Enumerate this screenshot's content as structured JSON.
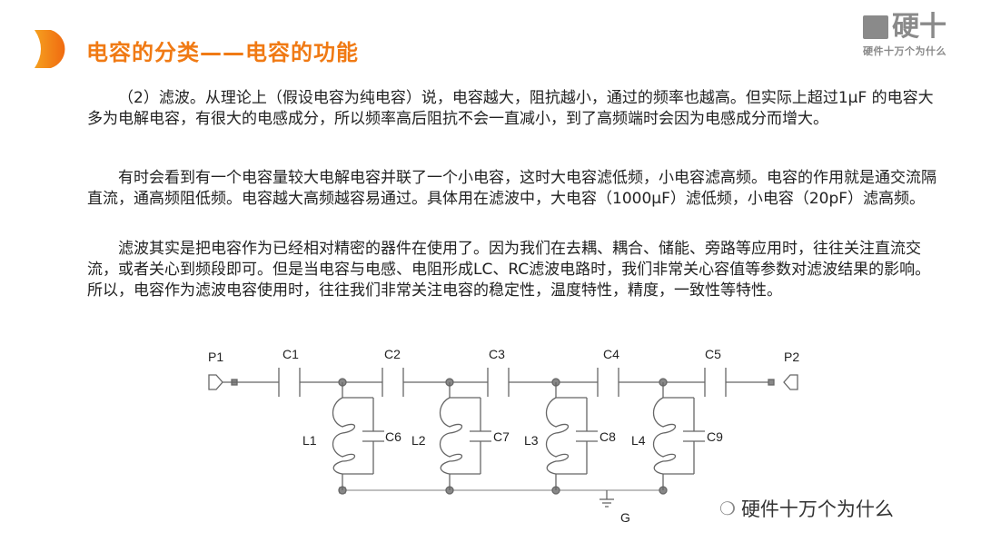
{
  "header": {
    "title": "电容的分类——电容的功能",
    "logo_main": "硬十",
    "logo_sub": "硬件十万个为什么",
    "accent": "#f07a14"
  },
  "paragraphs": [
    "（2）滤波。从理论上（假设电容为纯电容）说，电容越大，阻抗越小，通过的频率也越高。但实际上超过1μF 的电容大多为电解电容，有很大的电感成分，所以频率高后阻抗不会一直减小，到了高频端时会因为电感成分而增大。",
    "有时会看到有一个电容量较大电解电容并联了一个小电容，这时大电容滤低频，小电容滤高频。电容的作用就是通交流隔直流，通高频阻低频。电容越大高频越容易通过。具体用在滤波中，大电容（1000μF）滤低频，小电容（20pF）滤高频。",
    "滤波其实是把电容作为已经相对精密的器件在使用了。因为我们在去耦、耦合、储能、旁路等应用时，往往关注直流交流，或者关心到频段即可。但是当电容与电感、电阻形成LC、RC滤波电路时，我们非常关心容值等参数对滤波结果的影响。所以，电容作为滤波电容使用时，往往我们非常关注电容的稳定性，温度特性，精度，一致性等特性。"
  ],
  "circuit": {
    "p1": "P1",
    "p2": "P2",
    "ground": "G",
    "series": [
      "C1",
      "C2",
      "C3",
      "C4",
      "C5"
    ],
    "inductors": [
      "L1",
      "L2",
      "L3",
      "L4"
    ],
    "shunt_caps": [
      "C6",
      "C7",
      "C8",
      "C9"
    ]
  },
  "watermark": "硬件十万个为什么"
}
